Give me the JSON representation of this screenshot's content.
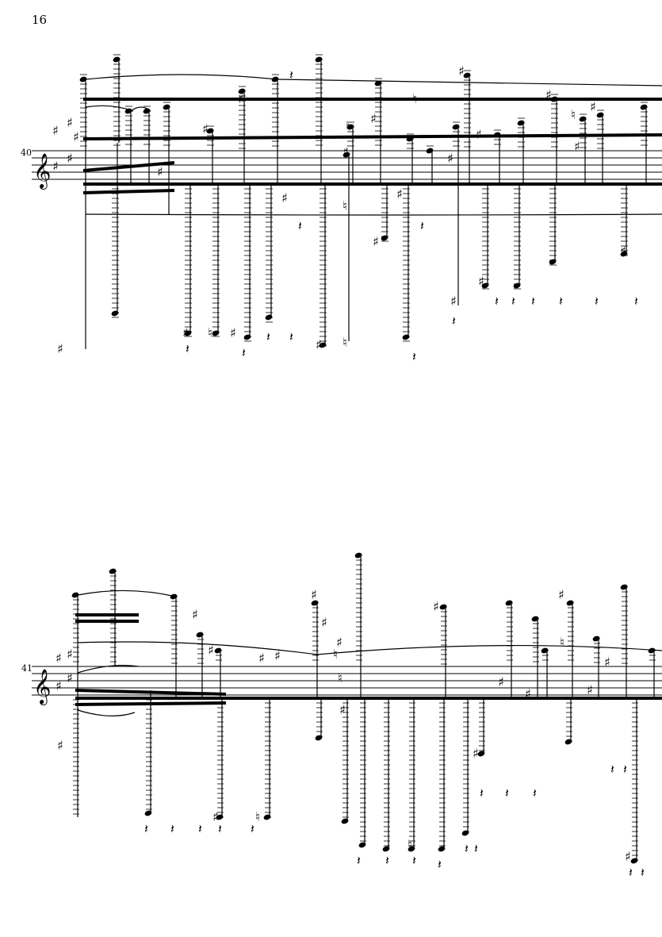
{
  "page": {
    "page_number": "16"
  },
  "systems": [
    {
      "measure_number": "40",
      "clef": "treble-clef"
    },
    {
      "measure_number": "41",
      "clef": "treble-clef"
    }
  ]
}
